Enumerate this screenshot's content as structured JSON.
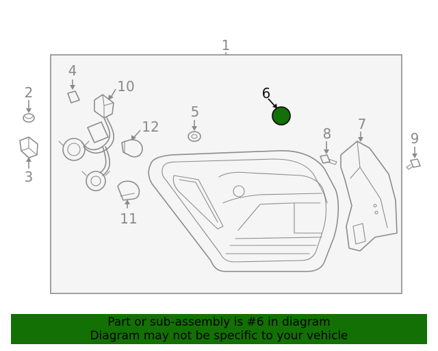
{
  "callouts": {
    "c1": "1",
    "c2": "2",
    "c3": "3",
    "c4": "4",
    "c5": "5",
    "c6": "6",
    "c7": "7",
    "c8": "8",
    "c9": "9",
    "c10": "10",
    "c11": "11",
    "c12": "12"
  },
  "highlight": {
    "part": "6",
    "color": "#137004"
  },
  "notice": {
    "line1": "Part or sub-assembly is #6 in diagram",
    "line2": "Diagram may not be specific to your vehicle",
    "background": "#137004"
  }
}
